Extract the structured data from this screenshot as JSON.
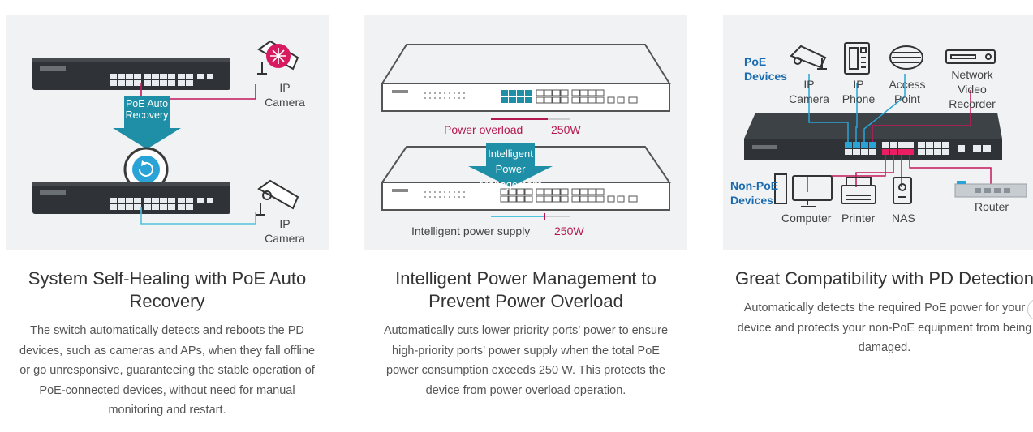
{
  "cards": [
    {
      "title": "System Self-Healing with PoE Auto Recovery",
      "desc": "The switch automatically detects and reboots the PD devices, such as cameras and APs, when they fall offline or go unresponsive, guaranteeing the stable operation of PoE-connected devices, without need for manual monitoring and restart.",
      "labels": {
        "cam1": "IP\nCamera",
        "arrow": "PoE Auto\nRecovery",
        "cam2": "IP\nCamera"
      }
    },
    {
      "title": "Intelligent Power Management to Prevent Power Overload",
      "desc": "Automatically cuts lower priority ports’ power to ensure high-priority ports’ power supply when the total PoE power consumption exceeds 250 W. This protects the device from power overload operation.",
      "labels": {
        "overload": "Power overload",
        "overload_val": "250W",
        "arrow": "Intelligent\nPower\nManagement",
        "supply": "Intelligent power supply",
        "supply_val": "250W"
      }
    },
    {
      "title": "Great Compatibility with PD Detection",
      "desc": "Automatically detects the required PoE power for your device and protects your non-PoE equipment from being damaged.",
      "labels": {
        "poe_devices": "PoE\nDevices",
        "ip_camera": "IP\nCamera",
        "ip_phone": "IP\nPhone",
        "access_point": "Access\nPoint",
        "nvr": "Network\nVideo\nRecorder",
        "non_poe_devices": "Non-PoE\nDevices",
        "computer": "Computer",
        "printer": "Printer",
        "nas": "NAS",
        "router": "Router"
      }
    }
  ],
  "colors": {
    "accent_teal": "#1e8fa6",
    "poe_red": "#b5184e",
    "label_blue": "#1a6bb0"
  }
}
